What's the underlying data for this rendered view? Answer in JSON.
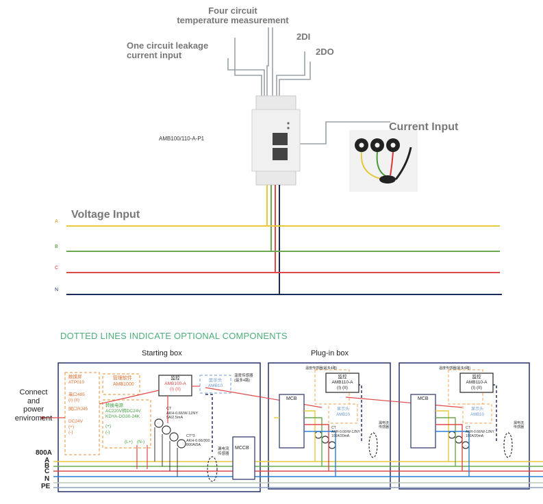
{
  "top": {
    "labels": {
      "four_circuit": "Four circuit",
      "temperature_measurement": "temperature measurement",
      "one_circuit_leakage": "One circuit leakage",
      "current_input_small": "current input",
      "di": "2DI",
      "do": "2DO",
      "current_input": "Current Input",
      "voltage_input": "Voltage Input",
      "module_model": "AMB100/110-A-P1"
    },
    "phases": [
      "A",
      "B",
      "C",
      "N"
    ],
    "colors": {
      "A": "#e8c93a",
      "B": "#6aa84f",
      "C": "#e04848",
      "N": "#1a2a5a"
    }
  },
  "bottom": {
    "notice": "DOTTED LINES INDICATE OPTIONAL COMPONENTS",
    "starting_box": {
      "title": "Starting box",
      "left_block": [
        "触摸屏",
        "ATP010",
        "串口485",
        "(I) (II)",
        "网口RJ45",
        "DC24V",
        "(+)",
        "(-)"
      ],
      "software": [
        "管理软件",
        "AMB1000"
      ],
      "power": [
        "转换电源",
        "AC220V转DC24V",
        "KDYA-DG30-24K",
        "(+)",
        "(-)",
        "(L+)",
        "(N-)"
      ],
      "monitor": [
        "监控",
        "AMB100-A",
        "(I)",
        "(II)"
      ],
      "display": [
        "显示头",
        "AMB10"
      ],
      "temp_note": [
        "温度传感器",
        "(最多4路)"
      ],
      "ct1": [
        "CT",
        "AKH-0.66/W-12NY",
        "5A/2.5mA"
      ],
      "ct3": [
        "CT*3",
        "AKH-0.66/300",
        "800A/5A"
      ],
      "leak_note": [
        "漏电流",
        "传感器"
      ],
      "breaker": "MCCB"
    },
    "plugin_box": {
      "title": "Plug-in box",
      "temp_note": "温度传感器(最多4路)",
      "monitor": [
        "监控",
        "AMB110-A",
        "(I) (II)"
      ],
      "display": [
        "显示头",
        "AMB10"
      ],
      "ct": [
        "CT",
        "AKH-0.66/W-12NY",
        "100A/20mA"
      ],
      "leak_note": [
        "漏电流",
        "传感器"
      ],
      "breaker": "MCB"
    },
    "bus_labels": [
      "800A",
      "A",
      "B",
      "C",
      "N",
      "PE"
    ],
    "connect_label": [
      "Connect",
      "and",
      "power",
      "enviroment"
    ]
  }
}
